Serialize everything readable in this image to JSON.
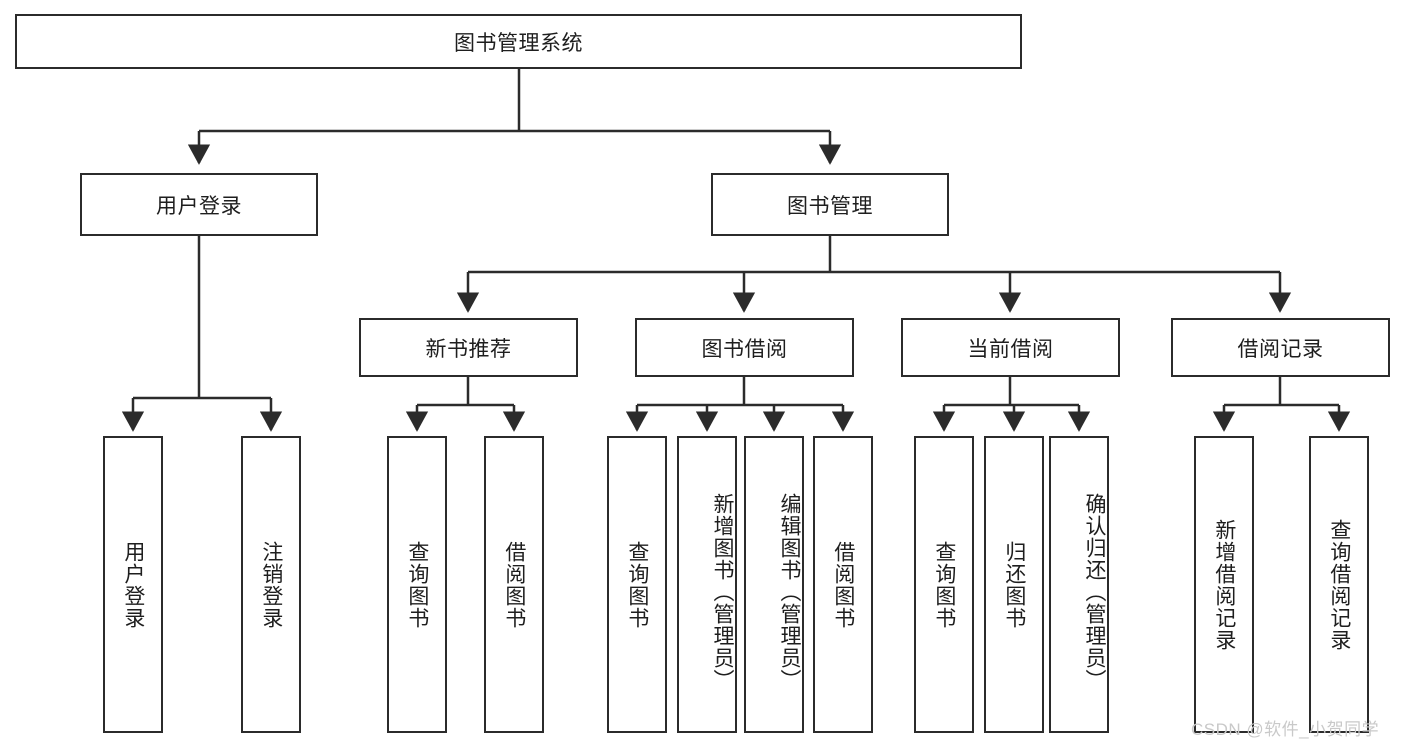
{
  "diagram": {
    "type": "hierarchy-tree",
    "title": "图书管理系统",
    "root": {
      "id": "root",
      "label": "图书管理系统"
    },
    "level1": [
      {
        "id": "user-login",
        "label": "用户登录"
      },
      {
        "id": "book-management",
        "label": "图书管理"
      }
    ],
    "level2": [
      {
        "id": "new-book-recommend",
        "label": "新书推荐",
        "parent": "book-management"
      },
      {
        "id": "book-borrow",
        "label": "图书借阅",
        "parent": "book-management"
      },
      {
        "id": "current-borrow",
        "label": "当前借阅",
        "parent": "book-management"
      },
      {
        "id": "borrow-record",
        "label": "借阅记录",
        "parent": "book-management"
      }
    ],
    "leaves": {
      "user_login": [
        {
          "id": "leaf-user-login",
          "label": "用户登录"
        },
        {
          "id": "leaf-logout-login",
          "label": "注销登录"
        }
      ],
      "new_book_recommend": [
        {
          "id": "leaf-query-book-1",
          "label": "查询图书"
        },
        {
          "id": "leaf-borrow-book-1",
          "label": "借阅图书"
        }
      ],
      "book_borrow": [
        {
          "id": "leaf-query-book-2",
          "label": "查询图书"
        },
        {
          "id": "leaf-add-book",
          "label": "新增图书（管理员）"
        },
        {
          "id": "leaf-edit-book",
          "label": "编辑图书（管理员）"
        },
        {
          "id": "leaf-borrow-book-2",
          "label": "借阅图书"
        }
      ],
      "current_borrow": [
        {
          "id": "leaf-query-book-3",
          "label": "查询图书"
        },
        {
          "id": "leaf-return-book",
          "label": "归还图书"
        },
        {
          "id": "leaf-confirm-return",
          "label": "确认归还（管理员）"
        }
      ],
      "borrow_record": [
        {
          "id": "leaf-add-record",
          "label": "新增借阅记录"
        },
        {
          "id": "leaf-query-record",
          "label": "查询借阅记录"
        }
      ]
    },
    "colors": {
      "border": "#2b2b2b",
      "text": "#1e1e1e",
      "background": "#ffffff",
      "connector": "#2b2b2b",
      "watermark": "#c9c9c9"
    }
  },
  "watermark": {
    "text": "CSDN @软件_小贺同学"
  }
}
